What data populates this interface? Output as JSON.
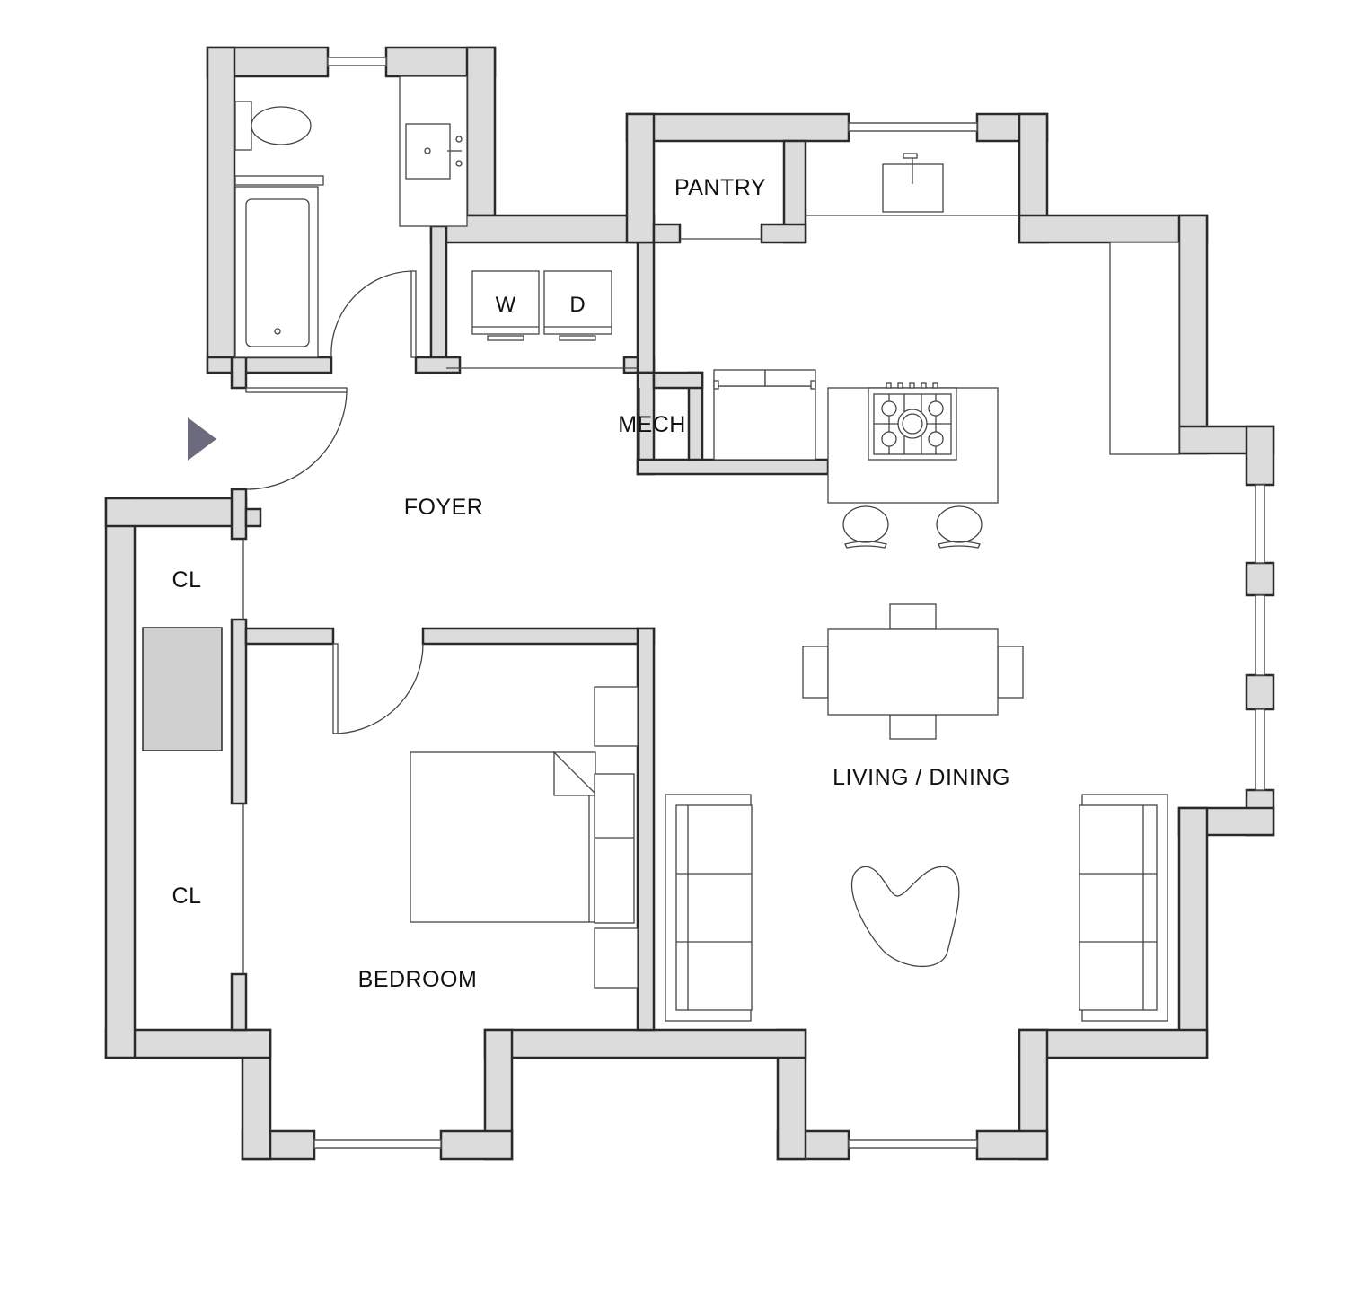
{
  "plan": {
    "rooms": {
      "pantry": "PANTRY",
      "washer": "W",
      "dryer": "D",
      "mech": "MECH",
      "foyer": "FOYER",
      "closet_top": "CL",
      "closet_bottom": "CL",
      "bedroom": "BEDROOM",
      "living": "LIVING / DINING"
    },
    "colors": {
      "wall_fill": "#dcdcdc",
      "wall_stroke": "#2a2a2a",
      "entry_arrow": "#6b6b7d",
      "closet_panel": "#d0d0d0"
    }
  }
}
